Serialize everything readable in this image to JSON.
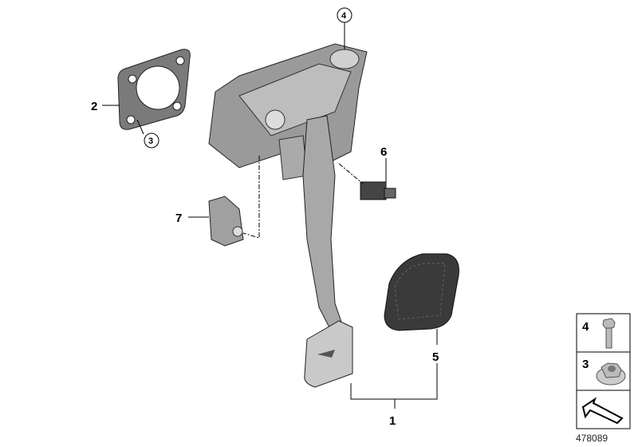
{
  "callouts": [
    {
      "id": "1",
      "label": "1"
    },
    {
      "id": "2",
      "label": "2"
    },
    {
      "id": "3",
      "label": "3"
    },
    {
      "id": "4",
      "label": "4"
    },
    {
      "id": "5",
      "label": "5"
    },
    {
      "id": "6",
      "label": "6"
    },
    {
      "id": "7",
      "label": "7"
    }
  ],
  "legend": {
    "items": [
      {
        "label": "4",
        "part": "bolt-icon"
      },
      {
        "label": "3",
        "part": "flange-nut-icon"
      },
      {
        "part": "arrow-icon"
      }
    ]
  },
  "diagram_number": "478089"
}
